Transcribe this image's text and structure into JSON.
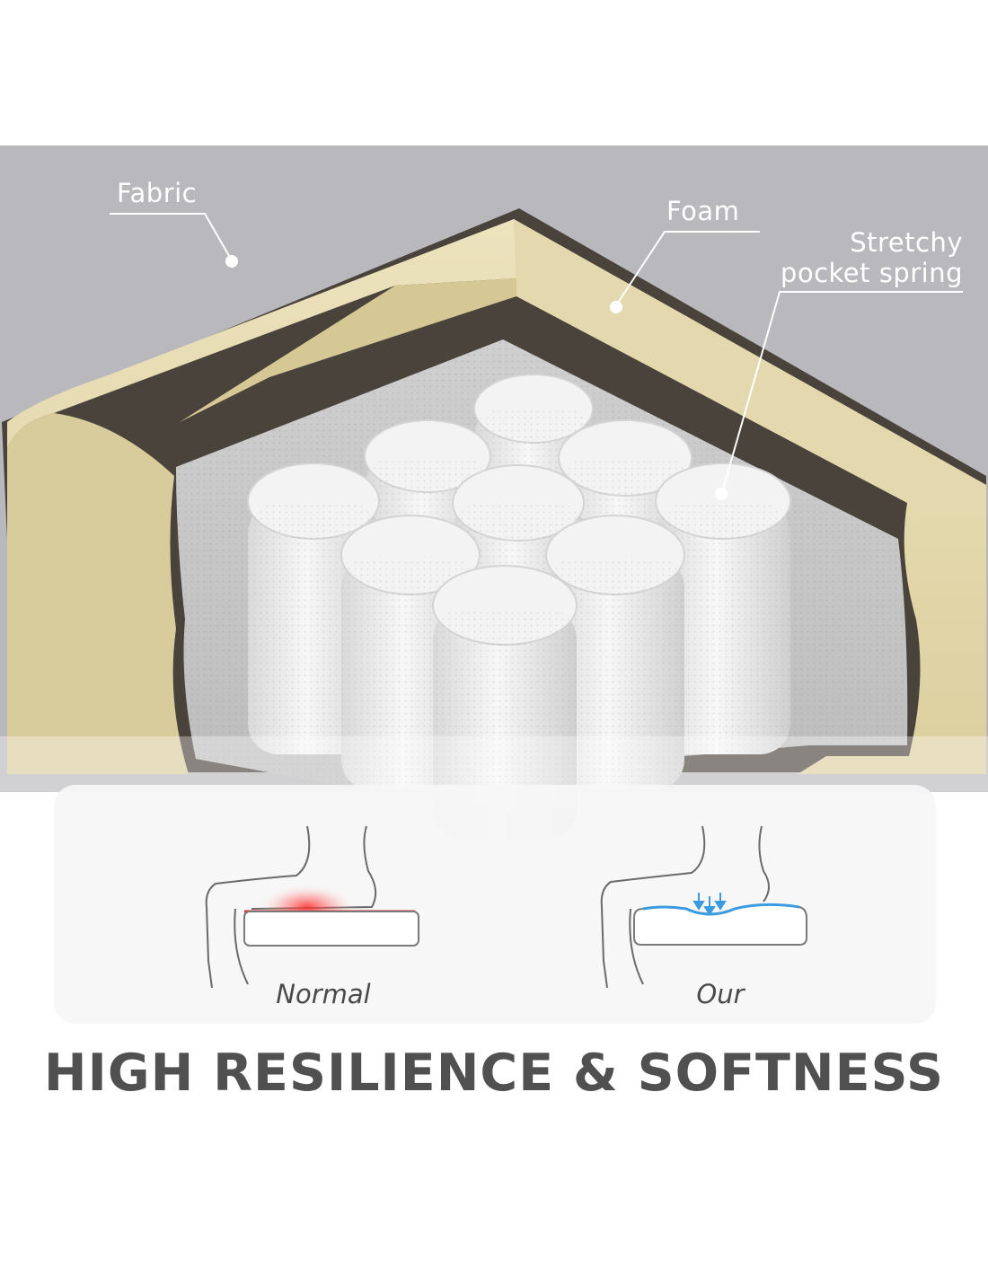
{
  "callouts": {
    "fabric": "Fabric",
    "foam": "Foam",
    "spring_line1": "Stretchy",
    "spring_line2": "pocket spring"
  },
  "comparison": {
    "normal_label": "Normal",
    "our_label": "Our"
  },
  "headline": "HIGH RESILIENCE & SOFTNESS",
  "colors": {
    "fabric_gray": "#b9b9bd",
    "foam_yellow": "#e7dcb5",
    "spring_white": "#f2f2f2",
    "pressure_red": "#e03030",
    "support_blue": "#3a9be0",
    "headline_gray": "#505050"
  }
}
